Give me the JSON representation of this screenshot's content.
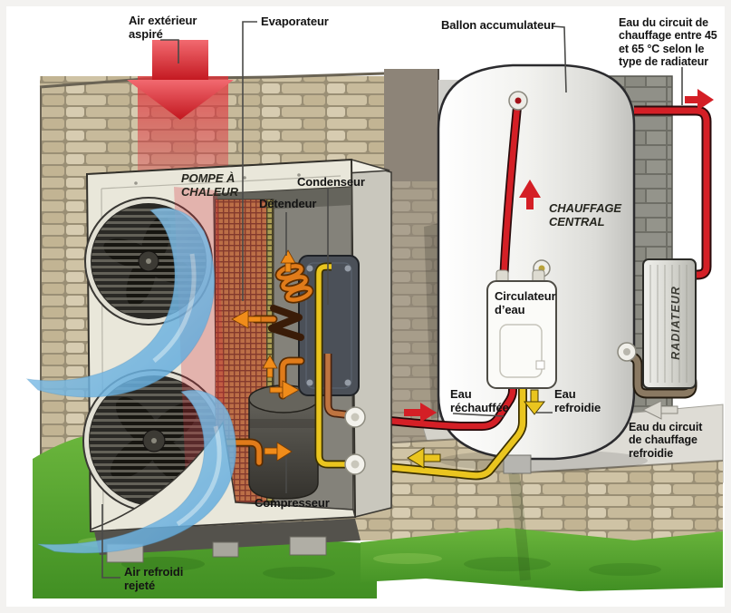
{
  "figure": {
    "title_implicit": "Pompe à chaleur air/eau — schéma de fonctionnement",
    "labels": {
      "air_intake": "Air extérieur\naspiré",
      "evaporator": "Evaporateur",
      "accumulator_tank": "Ballon accumulateur",
      "heating_circuit_hot": "Eau du circuit de\nchauffage entre 45\net 65 °C selon le\ntype de radiateur",
      "heat_pump": "POMPE À\nCHALEUR",
      "condenser": "Condenseur",
      "expansion_valve": "Détendeur",
      "central_heating": "CHAUFFAGE\nCENTRAL",
      "water_circulator": "Circulateur\nd’eau",
      "water_reheated": "Eau\nréchauffée",
      "water_cooled": "Eau\nrefroidie",
      "radiator": "RADIATEUR",
      "heating_circuit_cooled": "Eau du circuit\nde chauffage\nrefroidie",
      "compressor": "Compresseur",
      "air_exhaust": "Air refroidi\nrejeté"
    },
    "icons": {
      "warm_air_arrow": "↓",
      "cool_air_swoosh": "↙",
      "flow_up_arrow": "↑",
      "flow_down_arrow": "↓",
      "flow_left_arrow": "←",
      "flow_right_arrow": "→"
    },
    "colors": {
      "pipe_red": "#d41f26",
      "pipe_yellow": "#eac51f",
      "pipe_orange": "#e07b1a",
      "flow_orange": "#f08c1a",
      "pipe_copper": "#bf7440",
      "pipe_return_brown": "#8a7962",
      "air_warm_red": "#e23038",
      "air_cool_blue": "#6cb4e4",
      "stone_tan": "#cfc3a5",
      "block_grey": "#8f8f87",
      "unit_body": "#e9e7da",
      "tank_white": "#f6f6f3",
      "grass_green": "#55a629",
      "label_text": "#141414",
      "leader_line": "#4a4a48"
    }
  }
}
